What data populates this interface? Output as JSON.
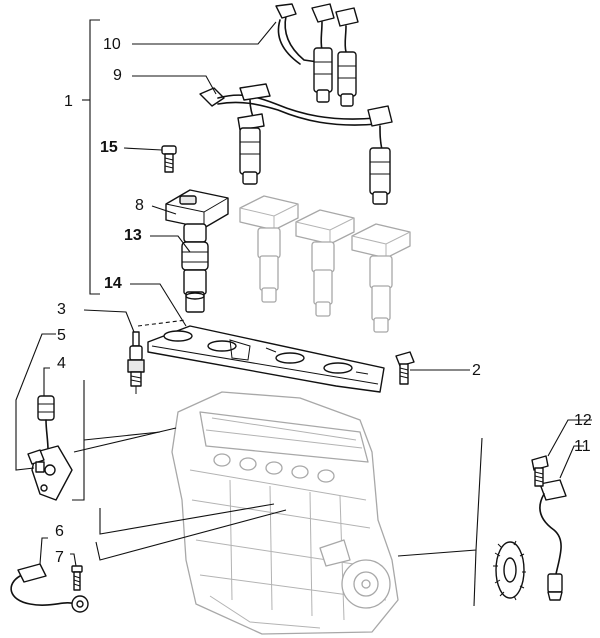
{
  "callouts": [
    {
      "id": "1",
      "text": "1",
      "bold": false
    },
    {
      "id": "2",
      "text": "2",
      "bold": false
    },
    {
      "id": "3",
      "text": "3",
      "bold": false
    },
    {
      "id": "4",
      "text": "4",
      "bold": false
    },
    {
      "id": "5",
      "text": "5",
      "bold": false
    },
    {
      "id": "6",
      "text": "6",
      "bold": false
    },
    {
      "id": "7",
      "text": "7",
      "bold": false
    },
    {
      "id": "8",
      "text": "8",
      "bold": false
    },
    {
      "id": "9",
      "text": "9",
      "bold": false
    },
    {
      "id": "10",
      "text": "10",
      "bold": false
    },
    {
      "id": "11",
      "text": "11",
      "bold": false
    },
    {
      "id": "12",
      "text": "12",
      "bold": false
    },
    {
      "id": "13",
      "text": "13",
      "bold": true
    },
    {
      "id": "14",
      "text": "14",
      "bold": true
    },
    {
      "id": "15",
      "text": "15",
      "bold": true
    }
  ]
}
